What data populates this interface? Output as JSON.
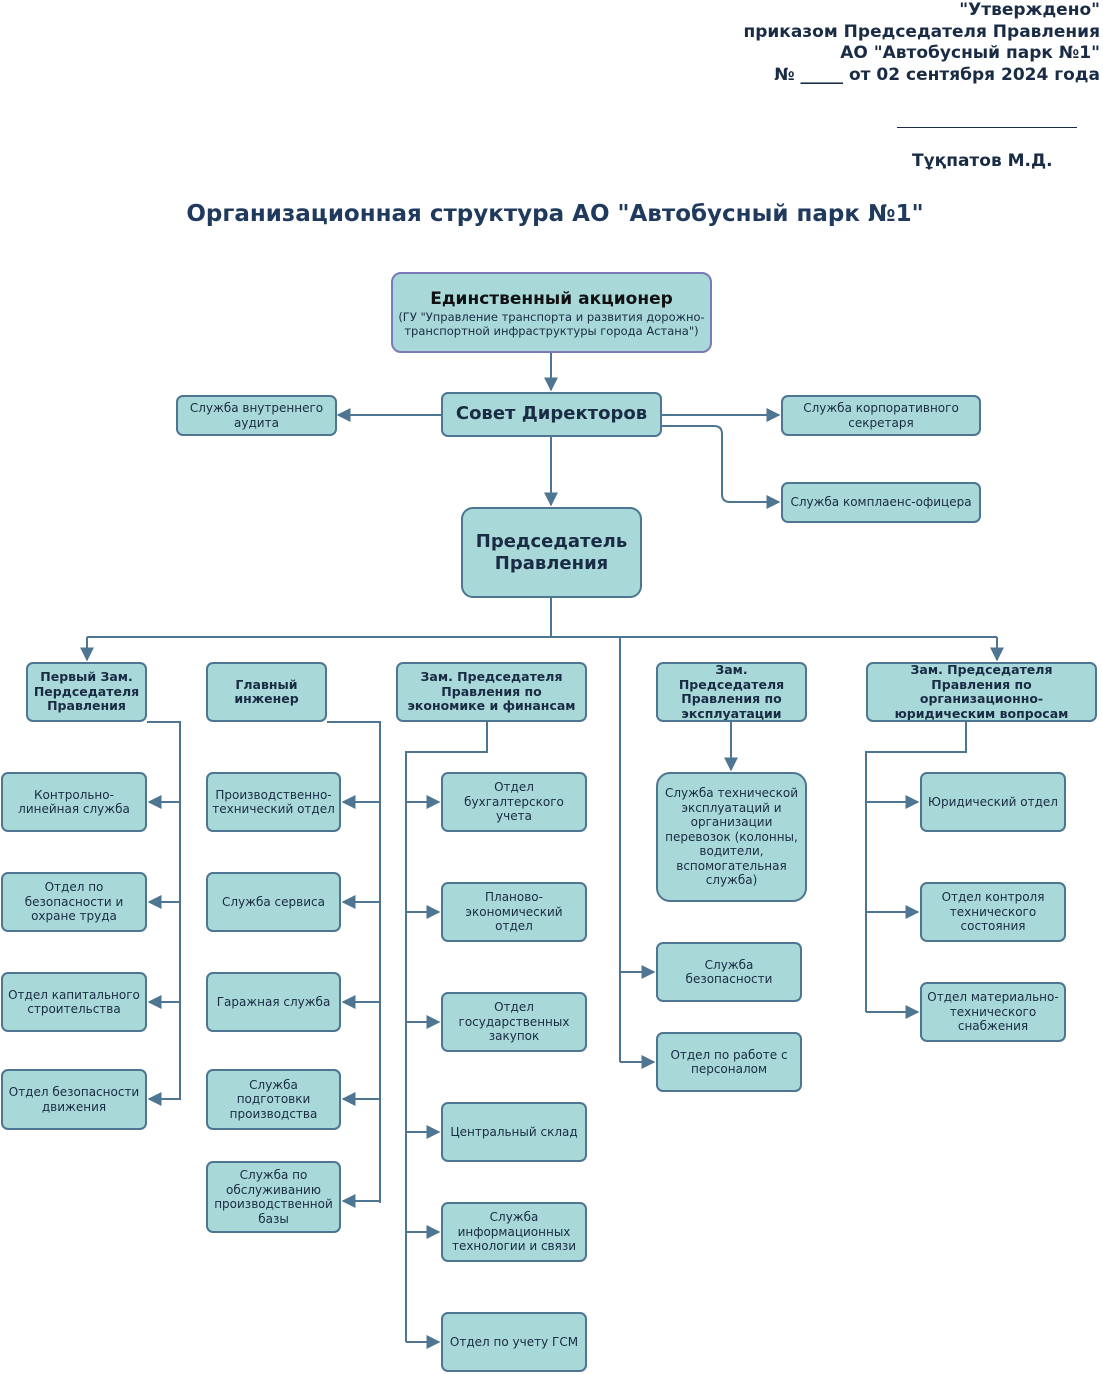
{
  "approval": {
    "line1": "\"Утверждено\"",
    "line2": "приказом Председателя Правления",
    "line3": "АО \"Автобусный парк №1\"",
    "line4": "№ _____ от 02 сентября 2024 года"
  },
  "signer": "Тұқпатов М.Д.",
  "title": "Организационная структура АО \"Автобусный парк №1\"",
  "colors": {
    "box_fill": "#a8d8d8",
    "box_border": "#4e7591",
    "connector": "#4e7591",
    "title_text": "#1f3a5c"
  },
  "top": {
    "shareholder_title": "Единственный акционер",
    "shareholder_sub": "(ГУ \"Управление транспорта и развития дорожно-транспортной инфраструктуры города Астана\")",
    "board": "Совет Директоров",
    "internal_audit": "Служба внутреннего аудита",
    "corporate_secretary": "Служба корпоративного секретаря",
    "compliance": "Служба комплаенс-офицера",
    "chairman": "Председатель Правления"
  },
  "deputies": [
    {
      "title": "Первый Зам. Перд­седателя Правления",
      "units": [
        "Контрольно-линейная служба",
        "Отдел по безопасности и охране труда",
        "Отдел капитального строительства",
        "Отдел безопасности движения"
      ]
    },
    {
      "title": "Главный инженер",
      "units": [
        "Производственно-технический отдел",
        "Служба сервиса",
        "Гаражная служба",
        "Служба подготовки производства",
        "Служба по обслуживанию производственной базы"
      ]
    },
    {
      "title": "Зам. Председателя Правления по экономике и финансам",
      "units": [
        "Отдел бухгалтерского учета",
        "Планово-экономический отдел",
        "Отдел государственных закупок",
        "Центральный склад",
        "Служба информационных технологии и связи",
        "Отдел по учету ГСМ"
      ]
    },
    {
      "title": "Зам. Председателя Правления по эксплуатации",
      "units": [
        "Служба технической эксплуатаций и организации перевозок (колонны, водители, вспомогательная служба)"
      ]
    },
    {
      "title": "Зам. Председателя Правления по организационно-юридическим вопросам",
      "units": [
        "Юридический отдел",
        "Отдел контроля технического состояния",
        "Отдел материально-технического снабжения"
      ]
    }
  ],
  "direct_units": [
    "Служба безопасности",
    "Отдел по работе с персоналом"
  ]
}
